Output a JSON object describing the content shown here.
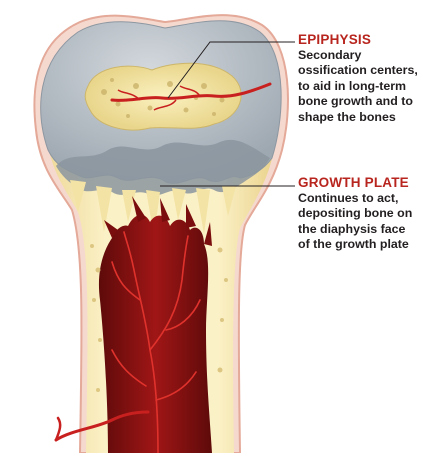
{
  "colors": {
    "heading": "#b8251e",
    "text": "#231f20",
    "cartilage": "#b4bcc4",
    "bone": "#f3e6a6",
    "marrow": "#8e1212",
    "vessel": "#c8201f"
  },
  "labels": {
    "epiphysis": {
      "title": "EPIPHYSIS",
      "lines": [
        "Secondary",
        "ossification centers,",
        "to aid in long-term",
        "bone growth and to",
        "shape the bones"
      ]
    },
    "growth_plate": {
      "title": "GROWTH PLATE",
      "lines": [
        "Continues to act,",
        "depositing bone on",
        "the diaphysis face",
        "of the growth plate"
      ]
    }
  }
}
